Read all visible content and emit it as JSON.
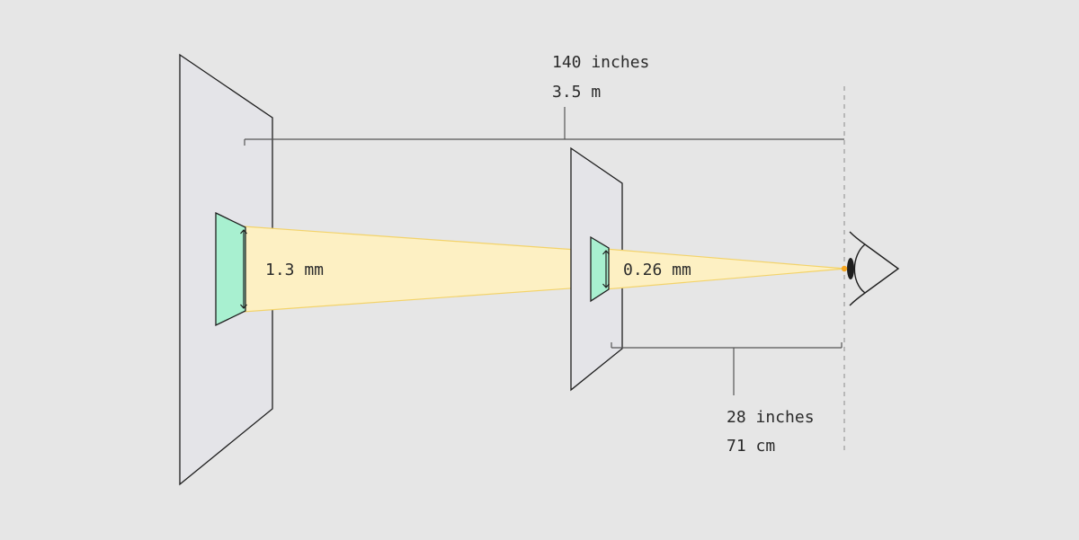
{
  "far_distance": {
    "imperial": "140 inches",
    "metric": "3.5 m"
  },
  "near_distance": {
    "imperial": "28 inches",
    "metric": "71 cm"
  },
  "far_size": {
    "label": "1.3 mm"
  },
  "near_size": {
    "label": "0.26 mm"
  },
  "colors": {
    "background": "#e6e6e6",
    "panel_fill": "#e4e4e8",
    "stroke": "#1e1e1e",
    "green_target": "#a8f0d0",
    "light_cone": "#fdf0c3",
    "light_cone_edge": "#f3d36a",
    "eye_point": "#f5a623",
    "guide_line": "#9a9a9a",
    "dimension_line": "#555555"
  }
}
